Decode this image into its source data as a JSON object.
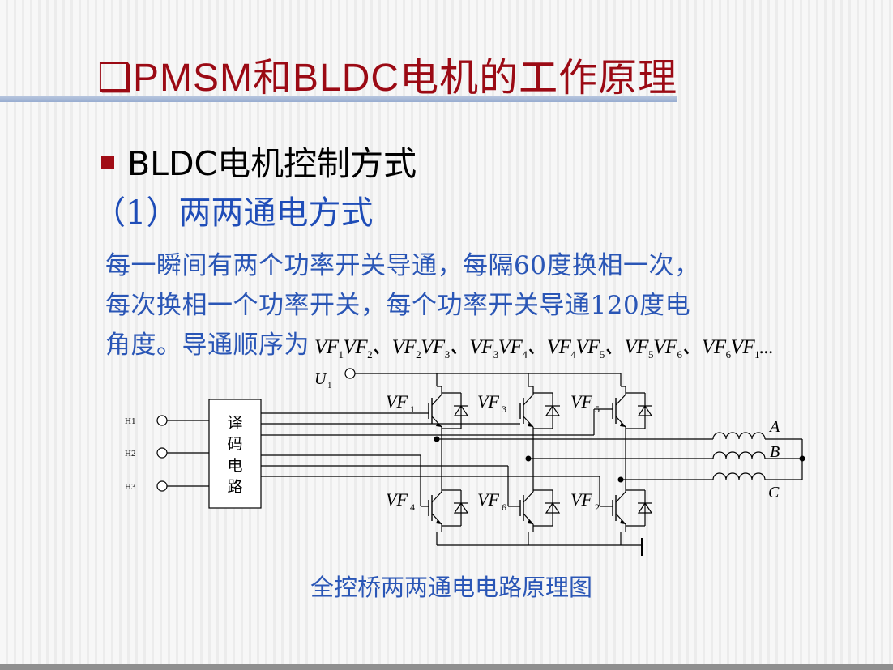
{
  "title": "❑PMSM和BLDC电机的工作原理",
  "bullet": "BLDC电机控制方式",
  "subheading": "（1）两两通电方式",
  "paragraph": {
    "line1": "每一瞬间有两个功率开关导通，每隔60度换相一次，",
    "line2": "每次换相一个功率开关，每个功率开关导通120度电",
    "line3": "角度。导通顺序为",
    "sequence": [
      {
        "first": [
          "VF",
          "1"
        ],
        "second": [
          "VF",
          "2"
        ],
        "sep": "、"
      },
      {
        "first": [
          "VF",
          "2"
        ],
        "second": [
          "VF",
          "3"
        ],
        "sep": "、"
      },
      {
        "first": [
          "VF",
          "3"
        ],
        "second": [
          "VF",
          "4"
        ],
        "sep": "、"
      },
      {
        "first": [
          "VF",
          "4"
        ],
        "second": [
          "VF",
          "5"
        ],
        "sep": "、"
      },
      {
        "first": [
          "VF",
          "5"
        ],
        "second": [
          "VF",
          "6"
        ],
        "sep": "、"
      },
      {
        "first": [
          "VF",
          "6"
        ],
        "second": [
          "VF",
          "1"
        ],
        "sep": "..."
      }
    ]
  },
  "diagram": {
    "supply": {
      "letter": "U",
      "sub": "1"
    },
    "inputs": [
      "H1",
      "H2",
      "H3"
    ],
    "decoder": [
      "译",
      "码",
      "电",
      "路"
    ],
    "top_switches": [
      {
        "letter": "VF",
        "sub": "1"
      },
      {
        "letter": "VF",
        "sub": "3"
      },
      {
        "letter": "VF",
        "sub": "5"
      }
    ],
    "bottom_switches": [
      {
        "letter": "VF",
        "sub": "4"
      },
      {
        "letter": "VF",
        "sub": "6"
      },
      {
        "letter": "VF",
        "sub": "2"
      }
    ],
    "phases": [
      "A",
      "B",
      "C"
    ]
  },
  "caption": "全控桥两两通电电路原理图",
  "colors": {
    "title": "#9b0a14",
    "text_blue": "#2a56b6",
    "bullet": "#a10d16"
  }
}
